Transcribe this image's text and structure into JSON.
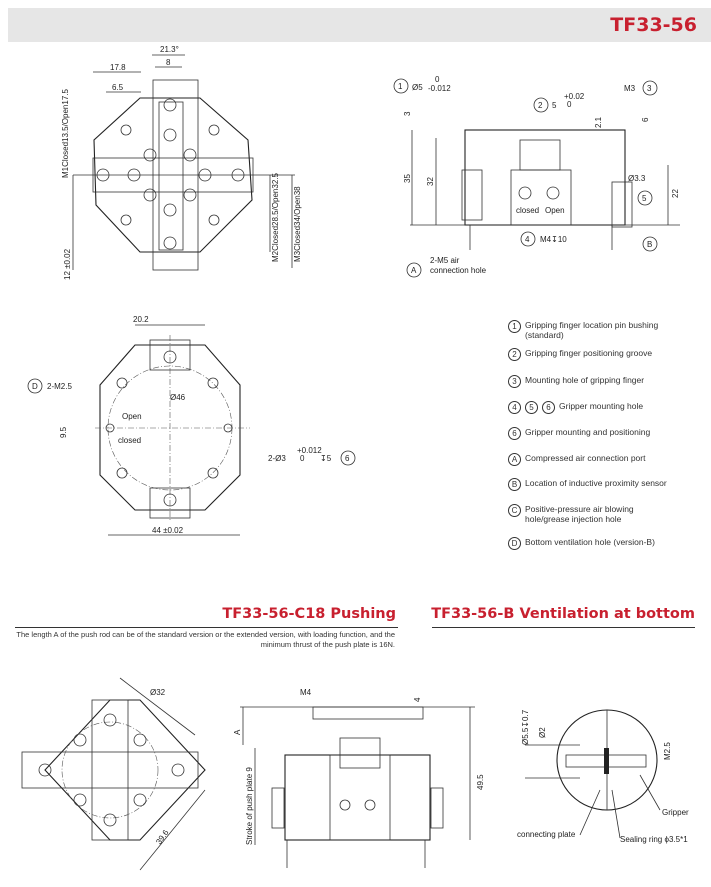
{
  "header": {
    "title": "TF33-56"
  },
  "top_view": {
    "dims": [
      "21.3°",
      "8",
      "17.8",
      "6.5",
      "M1Closed13.5/Open17.5",
      "M2Closed28.5/Open32.5",
      "M3Closed34/Open38",
      "12 ±0.02"
    ]
  },
  "side_view": {
    "callout1": "1",
    "dim1": "Ø5",
    "tol1a": "0",
    "tol1b": "-0.012",
    "callout2": "2",
    "dim2": "5",
    "tol2a": "+0.02",
    "tol2b": "0",
    "callout3": "3",
    "dim3": "M3",
    "d3": "3",
    "d35": "35",
    "d32": "32",
    "d21": "2.1",
    "d6": "6",
    "d33": "Ø3.3",
    "callout5": "5",
    "d22": "22",
    "closed": "closed",
    "open": "Open",
    "callout4": "4",
    "d4": "M4↧10",
    "calloutA": "A",
    "airA1": "2-M5 air",
    "airA2": "connection hole",
    "calloutB": "B"
  },
  "bottom_view": {
    "d202": "20.2",
    "calloutD": "D",
    "dD": "2-M2.5",
    "d46": "Ø46",
    "open": "Open",
    "closed": "closed",
    "d95": "9.5",
    "d6": "2-Ø3",
    "tol6a": "+0.012",
    "tol6b": "0",
    "depth6": "↧5",
    "callout6": "6",
    "d44": "44 ±0.02"
  },
  "legend": [
    {
      "mark": "1",
      "text": "Gripping finger location pin bushing (standard)"
    },
    {
      "mark": "2",
      "text": "Gripping finger positioning groove"
    },
    {
      "mark": "3",
      "text": "Mounting hole of gripping finger"
    },
    {
      "marks": [
        "4",
        "5",
        "6"
      ],
      "text": "Gripper mounting hole"
    },
    {
      "mark": "6",
      "text": "Gripper mounting and positioning"
    },
    {
      "mark": "A",
      "text": "Compressed air connection port"
    },
    {
      "mark": "B",
      "text": "Location of inductive proximity sensor"
    },
    {
      "mark": "C",
      "text": "Positive-pressure air blowing hole/grease injection hole"
    },
    {
      "mark": "D",
      "text": "Bottom ventilation hole (version-B)"
    }
  ],
  "sections": {
    "pushing": {
      "title": "TF33-56-C18 Pushing",
      "note": "The length A of the push rod can be of the standard version or the extended version, with loading function, and the minimum thrust of the push plate is 16N."
    },
    "ventilation": {
      "title": "TF33-56-B Ventilation at bottom"
    }
  },
  "push_top": {
    "d32": "Ø32",
    "d396": "39.6"
  },
  "push_side": {
    "m4": "M4",
    "d4": "4",
    "a": "A",
    "stroke": "Stroke of push plate 9",
    "d495": "49.5"
  },
  "vent": {
    "d55": "Ø5.5↧0.7",
    "d2": "Ø2",
    "m25": "M2.5",
    "gripper": "Gripper",
    "plate": "connecting plate",
    "seal": "Sealing ring ϕ3.5*1"
  }
}
